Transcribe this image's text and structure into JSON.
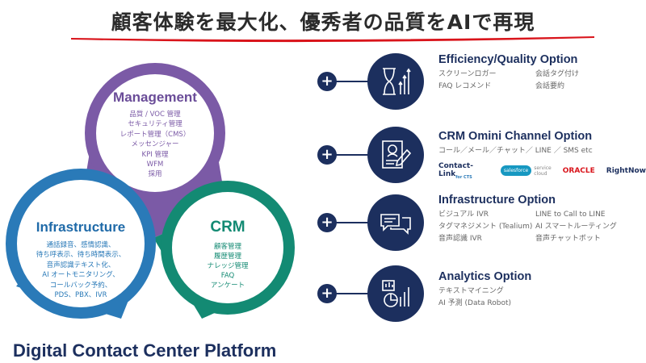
{
  "title": "顧客体験を最大化、優秀者の品質をAIで再現",
  "colors": {
    "accent_red": "#d9141b",
    "navy": "#1c2f5e",
    "management": "#7b5aa6",
    "infrastructure": "#2a7ab8",
    "crm": "#138a73"
  },
  "platform": {
    "title": "Digital Contact Center Platform",
    "management": {
      "title": "Management",
      "items": [
        "品質 / VOC 管理",
        "セキュリティ管理",
        "レポート管理（CMS）",
        "メッセンジャー",
        "KPI 管理",
        "WFM",
        "採用"
      ]
    },
    "infrastructure": {
      "title": "Infrastructure",
      "items": [
        "通話録音、感情認識、",
        "待ち呼表示、待ち時間表示、",
        "音声認識テキスト化、",
        "AI オートモニタリング、",
        "コールバック予約、",
        "PDS、PBX、IVR"
      ]
    },
    "crm": {
      "title": "CRM",
      "items": [
        "顧客管理",
        "履歴管理",
        "ナレッジ管理",
        "FAQ",
        "アンケート"
      ]
    }
  },
  "options": [
    {
      "title": "Efficiency/Quality Option",
      "icon": "hourglass-growth-icon",
      "items": [
        "スクリーンロガー",
        "会話タグ付け",
        "FAQ レコメンド",
        "会話要約"
      ]
    },
    {
      "title": "CRM Omini Channel Option",
      "icon": "profile-document-pen-icon",
      "line": "コール／メール／チャット／ LINE ／ SMS etc",
      "logos": [
        "Contact-Link",
        "for CTS",
        "salesforce",
        "service cloud",
        "ORACLE",
        "RightNow"
      ]
    },
    {
      "title": "Infrastructure Option",
      "icon": "chat-bubbles-icon",
      "items": [
        "ビジュアル IVR",
        "LINE to Call to LINE",
        "タグマネジメント (Tealium)",
        "AI スマートルーティング",
        "音声認識 IVR",
        "音声チャットボット"
      ]
    },
    {
      "title": "Analytics Option",
      "icon": "analytics-chart-icon",
      "items": [
        "テキストマイニング",
        "AI 予測 (Data Robot)"
      ]
    }
  ]
}
